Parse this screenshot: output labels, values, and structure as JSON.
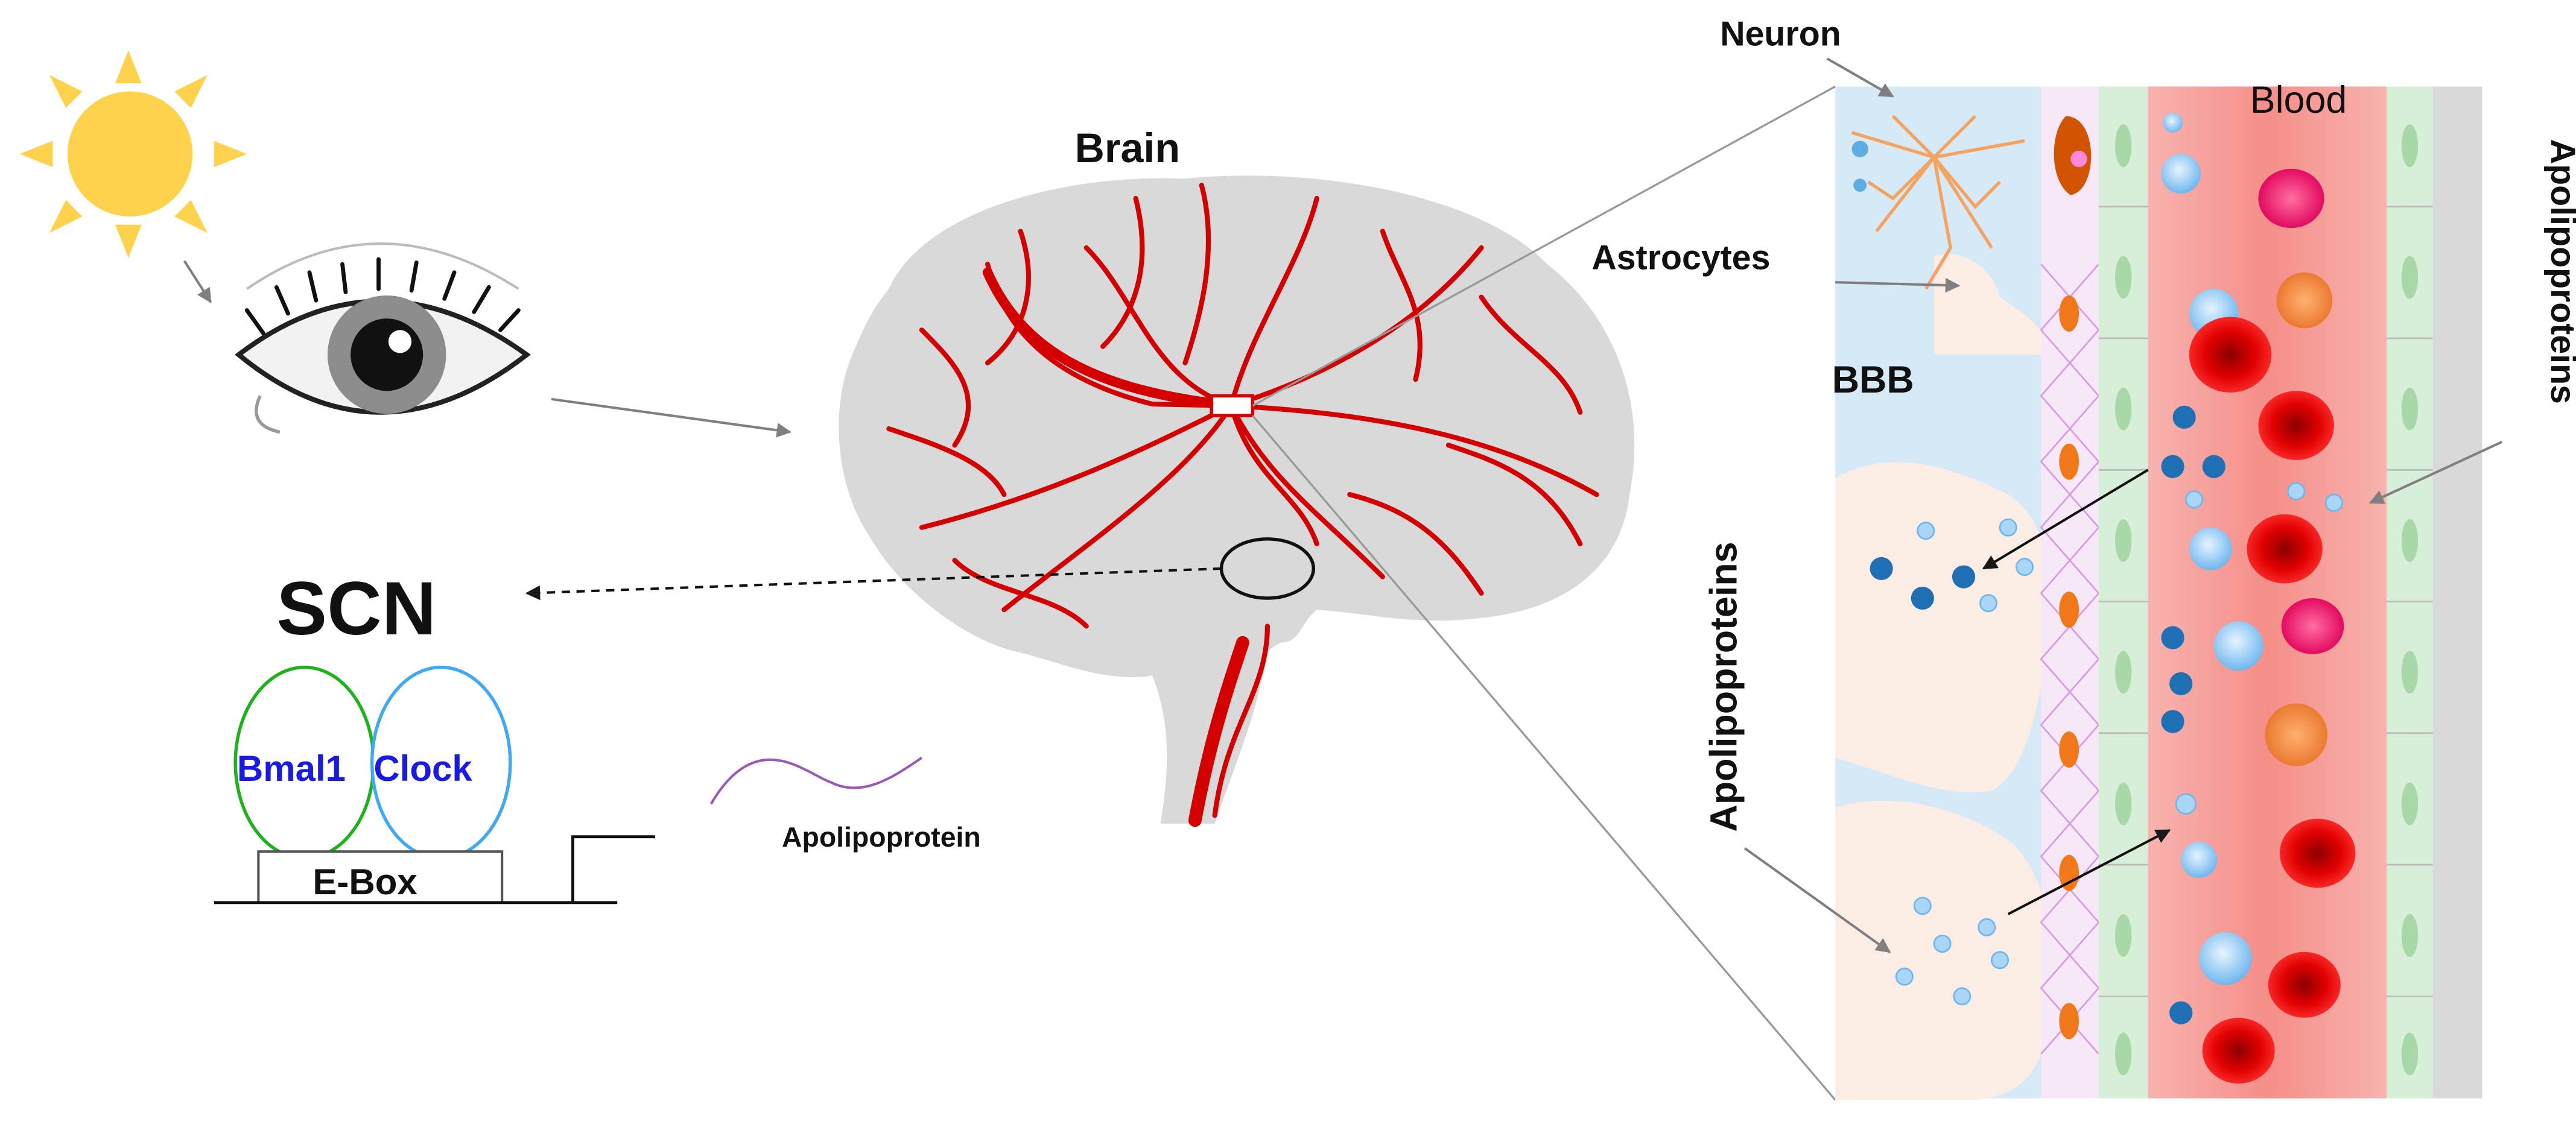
{
  "labels": {
    "brain": "Brain",
    "scn": "SCN",
    "bmal1": "Bmal1",
    "clock": "Clock",
    "ebox": "E-Box",
    "apolipoprotein": "Apolipoprotein",
    "neuron": "Neuron",
    "astrocytes": "Astrocytes",
    "bbb": "BBB",
    "blood": "Blood",
    "apolipoproteins_left": "Apolipoproteins",
    "apolipoproteins_right": "Apolipoproteins"
  },
  "colors": {
    "sun": "#FFD24D",
    "vessel": "#D40000",
    "brain_fill": "#D9D9D9",
    "bmal1_ring": "#1DB31D",
    "clock_ring": "#3FA9F5",
    "gene_text": "#1A1AE6",
    "blood": "#F4A3A0",
    "csf": "#D6E9F7",
    "endothelium": "#D6EFD6",
    "apo_dark": "#1F6FB5",
    "apo_light": "#A9D6F5",
    "rbc": "#E60000"
  }
}
